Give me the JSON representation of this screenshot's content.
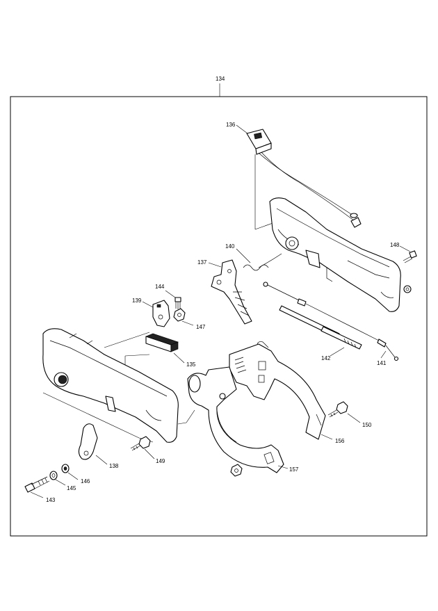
{
  "diagram": {
    "assembly_number": "134",
    "part_labels": {
      "p135": "135",
      "p136": "136",
      "p137": "137",
      "p138": "138",
      "p139": "139",
      "p140": "140",
      "p141": "141",
      "p142": "142",
      "p143": "143",
      "p144": "144",
      "p145": "145",
      "p146": "146",
      "p147": "147",
      "p148": "148",
      "p149": "149",
      "p150": "150",
      "p156": "156",
      "p157": "157"
    }
  }
}
